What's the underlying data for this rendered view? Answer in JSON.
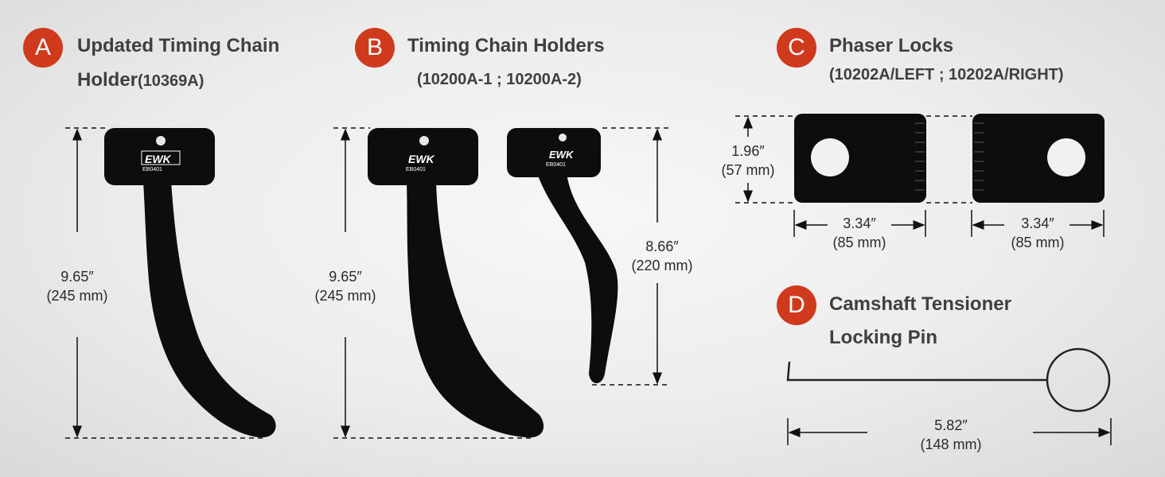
{
  "sections": {
    "a": {
      "badge": "A",
      "title_line1": "Updated Timing Chain",
      "title_line2": "Holder",
      "code": "(10369A)"
    },
    "b": {
      "badge": "B",
      "title": "Timing Chain Holders",
      "code": "(10200A-1 ;  10200A-2)"
    },
    "c": {
      "badge": "C",
      "title": "Phaser Locks",
      "code": "(10202A/LEFT ; 10202A/RIGHT)"
    },
    "d": {
      "badge": "D",
      "title_line1": "Camshaft Tensioner",
      "title_line2": "Locking Pin"
    }
  },
  "dimensions": {
    "a_height": {
      "imperial": "9.65″",
      "metric": "(245 mm)"
    },
    "b1_height": {
      "imperial": "9.65″",
      "metric": "(245 mm)"
    },
    "b2_height": {
      "imperial": "8.66″",
      "metric": "(220 mm)"
    },
    "c_height": {
      "imperial": "1.96″",
      "metric": "(57 mm)"
    },
    "c_left_width": {
      "imperial": "3.34″",
      "metric": "(85 mm)"
    },
    "c_right_width": {
      "imperial": "3.34″",
      "metric": "(85 mm)"
    },
    "d_length": {
      "imperial": "5.82″",
      "metric": "(148 mm)"
    }
  },
  "brand": {
    "logo": "EWK",
    "tool_label_a": "EB0401",
    "tool_label_b1": "EB0401",
    "tool_label_b2": "EB0401"
  },
  "colors": {
    "badge": "#cf3a1d",
    "tool": "#0d0d0d",
    "text": "#3f3f3f"
  }
}
